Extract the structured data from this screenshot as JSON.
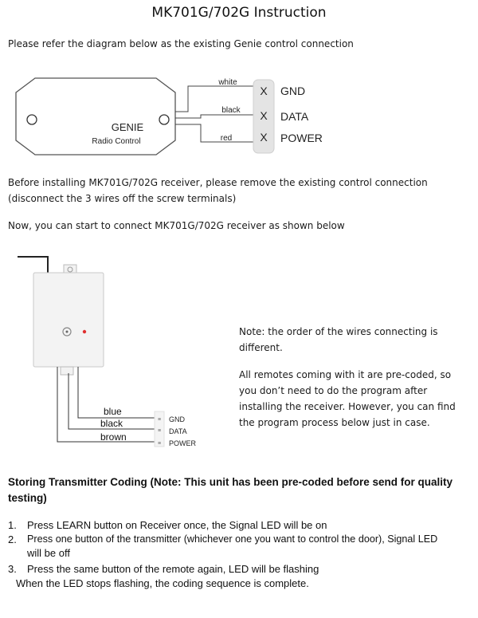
{
  "title": "MK701G/702G Instruction",
  "intro": "Please refer the diagram below as the existing Genie control connection",
  "genie_diagram": {
    "device_name": "GENIE",
    "device_sub": "Radio Control",
    "wires": [
      "white",
      "black",
      "red"
    ],
    "terminal_mark": "X",
    "terminals": [
      "GND",
      "DATA",
      "POWER"
    ]
  },
  "remove_instruction": {
    "line1": "Before installing MK701G/702G receiver, please remove the existing control connection",
    "line2": "(disconnect the 3 wires off the screw terminals)"
  },
  "connect_instruction": "Now, you can start to connect MK701G/702G receiver as shown below",
  "receiver_diagram": {
    "wires": [
      "blue",
      "black",
      "brown"
    ],
    "terminals": [
      "GND",
      "DATA",
      "POWER"
    ]
  },
  "note": {
    "line1": "Note: the order of the wires connecting is",
    "line2": "different.",
    "para2": [
      "All remotes coming with it are pre-coded, so",
      "you don’t need to do the program after",
      "installing the receiver. However, you can find",
      "the program process below just in case."
    ]
  },
  "coding": {
    "heading_line1": "Storing Transmitter Coding (Note: This unit has been pre-coded before send for quality",
    "heading_line2": "testing)",
    "steps": [
      {
        "num": "1.",
        "text": "Press LEARN button on Receiver once, the Signal LED will be on"
      },
      {
        "num": "2.",
        "text": "Press one button of the transmitter (whichever one you want to control the door), Signal LED",
        "text2": "will be off"
      },
      {
        "num": "3.",
        "text": "Press the same button of the remote again, LED will be flashing"
      }
    ],
    "closing": "When the LED stops flashing, the coding sequence is complete."
  }
}
